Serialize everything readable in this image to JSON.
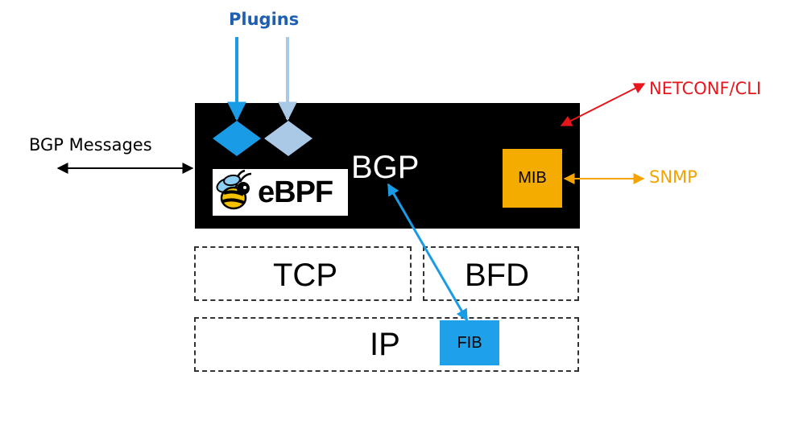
{
  "plugins_label": "Plugins",
  "bgp_messages_label": "BGP Messages",
  "netconf_label": "NETCONF/CLI",
  "snmp_label": "SNMP",
  "bgp_label": "BGP",
  "mib_label": "MIB",
  "ebpf_label": "eBPF",
  "tcp_label": "TCP",
  "bfd_label": "BFD",
  "ip_label": "IP",
  "fib_label": "FIB",
  "colors": {
    "plugins": "#1f5fb0",
    "netconf": "#e8161c",
    "snmp": "#f5a300",
    "mib": "#f5ac00",
    "fib": "#1ea1e8",
    "plugin_dark": "#1a9be6",
    "plugin_light": "#aac9e6"
  },
  "icons": {
    "ebpf_logo": "bee-icon"
  }
}
